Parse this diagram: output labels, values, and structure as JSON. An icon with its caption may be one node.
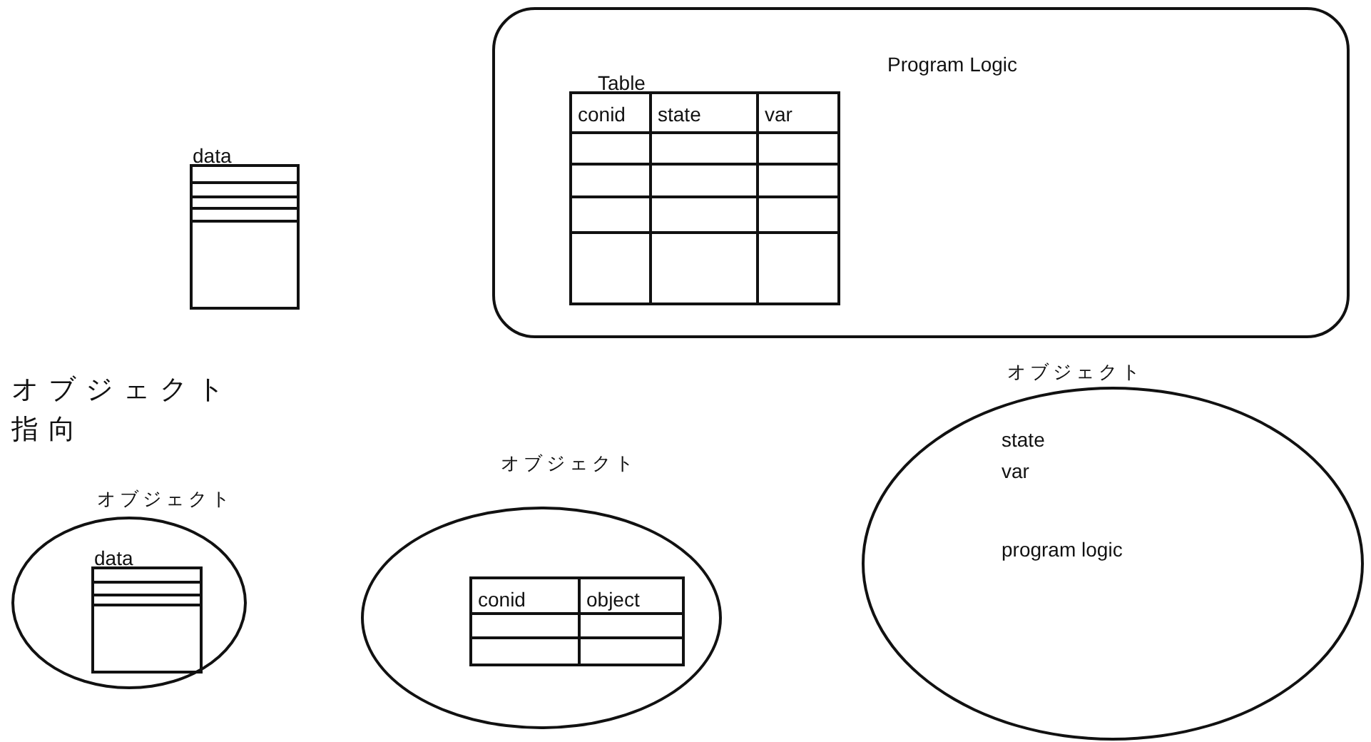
{
  "diagram": {
    "nodes": [
      {
        "text": [
          "data"
        ]
      },
      {
        "text": [
          "Program Logic"
        ]
      },
      {
        "text": [
          "Table",
          "conid",
          "state",
          "var"
        ],
        "in": 1
      },
      {
        "text": [
          "オブジェクト"
        ]
      },
      {
        "text": [
          "data"
        ],
        "in": 3
      },
      {
        "text": [
          "オブジェクト"
        ]
      },
      {
        "text": [
          "conid",
          "object"
        ],
        "in": 5
      },
      {
        "text": [
          "オブジェクト",
          "state",
          "var",
          "program logic"
        ]
      }
    ],
    "labels": [
      "オブジェクト指向"
    ]
  }
}
